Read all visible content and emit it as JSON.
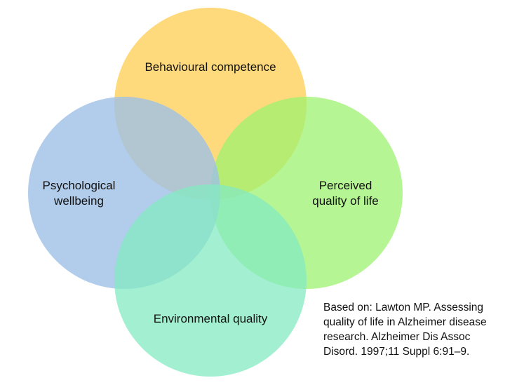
{
  "diagram": {
    "type": "venn",
    "circles": [
      {
        "id": "behavioural",
        "lines": [
          "Behavioural competence"
        ],
        "fill": "#ffd465",
        "opacity": 0.85
      },
      {
        "id": "perceived",
        "lines": [
          "Perceived",
          "quality of life"
        ],
        "fill": "#9df26f",
        "opacity": 0.75
      },
      {
        "id": "psychological",
        "lines": [
          "Psychological",
          "wellbeing"
        ],
        "fill": "#9ec1e6",
        "opacity": 0.8
      },
      {
        "id": "environmental",
        "lines": [
          "Environmental quality"
        ],
        "fill": "#84e9c2",
        "opacity": 0.75
      }
    ]
  },
  "citation": {
    "lines": [
      "Based on: Lawton MP. Assessing",
      "quality of life in Alzheimer disease",
      "research. Alzheimer Dis Assoc",
      "Disord. 1997;11 Suppl 6:91–9."
    ]
  }
}
